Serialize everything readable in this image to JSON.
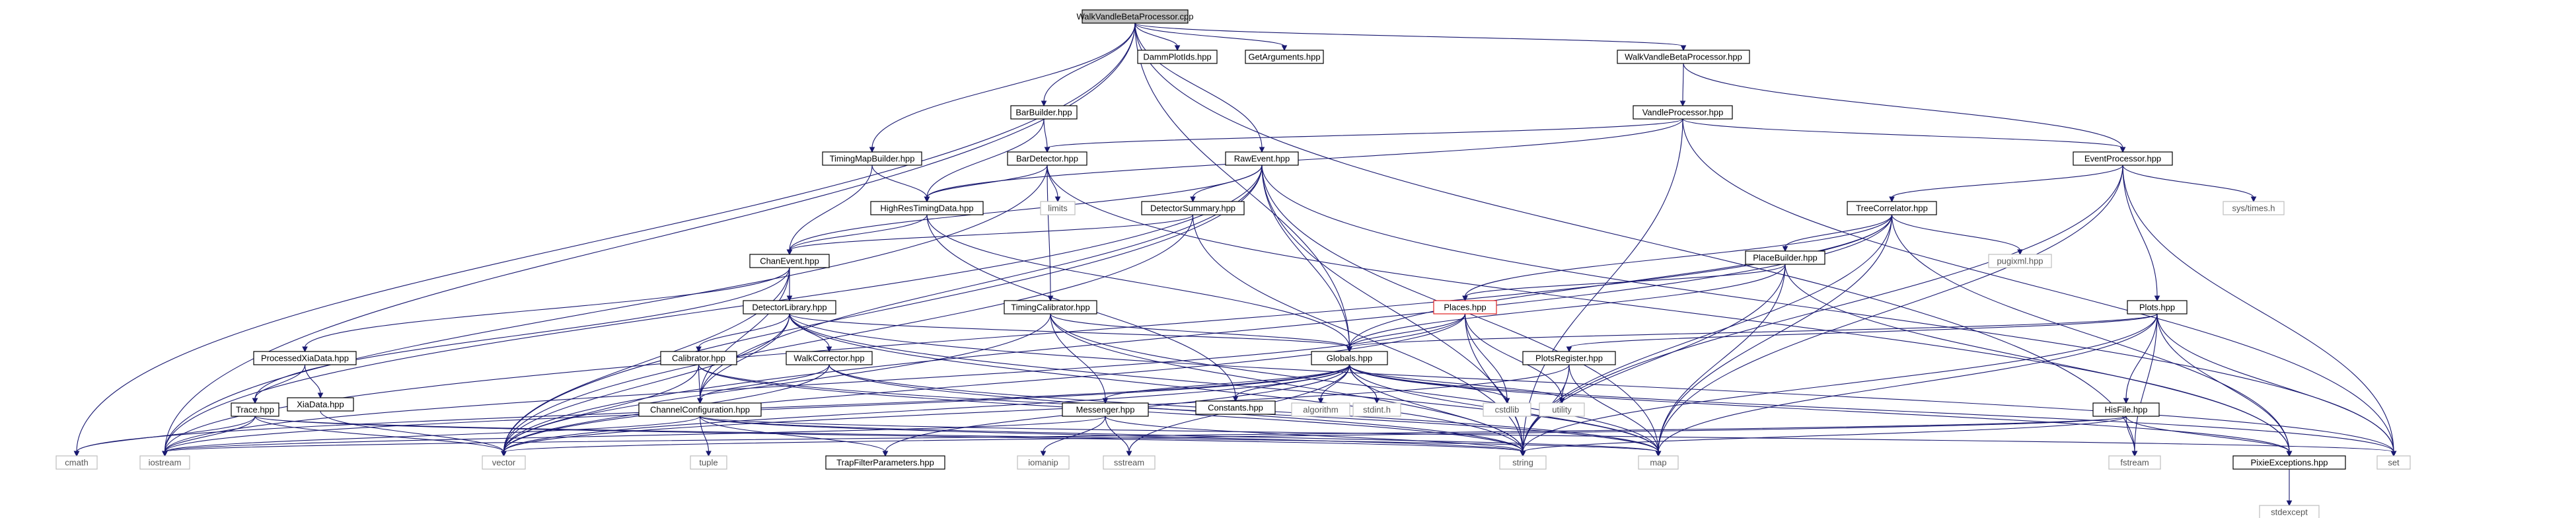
{
  "graph": {
    "root_label": "WalkVandleBetaProcessor.cpp",
    "nodes": {
      "root": {
        "label": "WalkVandleBetaProcessor.cpp",
        "style": "root"
      },
      "dammplotids": {
        "label": "DammPlotIds.hpp",
        "style": "normal"
      },
      "getarguments": {
        "label": "GetArguments.hpp",
        "style": "normal"
      },
      "walkvandlebetaprocessor_hpp": {
        "label": "WalkVandleBetaProcessor.hpp",
        "style": "normal"
      },
      "barbuilder": {
        "label": "BarBuilder.hpp",
        "style": "normal"
      },
      "vandleprocessor": {
        "label": "VandleProcessor.hpp",
        "style": "normal"
      },
      "timingmapbuilder": {
        "label": "TimingMapBuilder.hpp",
        "style": "normal"
      },
      "bardetector": {
        "label": "BarDetector.hpp",
        "style": "normal"
      },
      "rawevent": {
        "label": "RawEvent.hpp",
        "style": "normal"
      },
      "eventprocessor": {
        "label": "EventProcessor.hpp",
        "style": "normal"
      },
      "highrestimingdata": {
        "label": "HighResTimingData.hpp",
        "style": "normal"
      },
      "detectorsummary": {
        "label": "DetectorSummary.hpp",
        "style": "normal"
      },
      "treecorrelator": {
        "label": "TreeCorrelator.hpp",
        "style": "normal"
      },
      "limits": {
        "label": "limits",
        "style": "ext"
      },
      "systimes": {
        "label": "sys/times.h",
        "style": "ext"
      },
      "pugixml": {
        "label": "pugixml.hpp",
        "style": "ext"
      },
      "chanevent": {
        "label": "ChanEvent.hpp",
        "style": "normal"
      },
      "placebuilder": {
        "label": "PlaceBuilder.hpp",
        "style": "normal"
      },
      "detectorlibrary": {
        "label": "DetectorLibrary.hpp",
        "style": "normal"
      },
      "timingcalibrator": {
        "label": "TimingCalibrator.hpp",
        "style": "normal"
      },
      "places": {
        "label": "Places.hpp",
        "style": "red"
      },
      "plots": {
        "label": "Plots.hpp",
        "style": "normal"
      },
      "processedxiadata": {
        "label": "ProcessedXiaData.hpp",
        "style": "normal"
      },
      "calibrator": {
        "label": "Calibrator.hpp",
        "style": "normal"
      },
      "walkcorrector": {
        "label": "WalkCorrector.hpp",
        "style": "normal"
      },
      "globals": {
        "label": "Globals.hpp",
        "style": "normal"
      },
      "plotsregister": {
        "label": "PlotsRegister.hpp",
        "style": "normal"
      },
      "xiadata": {
        "label": "XiaData.hpp",
        "style": "normal"
      },
      "trace": {
        "label": "Trace.hpp",
        "style": "normal"
      },
      "channelconfiguration": {
        "label": "ChannelConfiguration.hpp",
        "style": "normal"
      },
      "constants": {
        "label": "Constants.hpp",
        "style": "normal"
      },
      "messenger": {
        "label": "Messenger.hpp",
        "style": "normal"
      },
      "algorithm": {
        "label": "algorithm",
        "style": "ext"
      },
      "stdinth": {
        "label": "stdint.h",
        "style": "ext"
      },
      "cstdlib": {
        "label": "cstdlib",
        "style": "ext"
      },
      "utility": {
        "label": "utility",
        "style": "ext"
      },
      "histfile": {
        "label": "HisFile.hpp",
        "style": "normal"
      },
      "tuple": {
        "label": "tuple",
        "style": "ext"
      },
      "trapfilterparameters": {
        "label": "TrapFilterParameters.hpp",
        "style": "normal"
      },
      "iomanip": {
        "label": "iomanip",
        "style": "ext"
      },
      "sstream": {
        "label": "sstream",
        "style": "ext"
      },
      "cmath": {
        "label": "cmath",
        "style": "ext"
      },
      "iostream": {
        "label": "iostream",
        "style": "ext"
      },
      "vector": {
        "label": "vector",
        "style": "ext"
      },
      "string": {
        "label": "string",
        "style": "ext"
      },
      "map": {
        "label": "map",
        "style": "ext"
      },
      "fstream": {
        "label": "fstream",
        "style": "ext"
      },
      "pixieexceptions": {
        "label": "PixieExceptions.hpp",
        "style": "normal"
      },
      "set": {
        "label": "set",
        "style": "ext"
      },
      "stdexcept": {
        "label": "stdexcept",
        "style": "ext"
      }
    },
    "edges": [
      [
        "root",
        "cmath"
      ],
      [
        "root",
        "iostream"
      ],
      [
        "root",
        "timingmapbuilder"
      ],
      [
        "root",
        "barbuilder"
      ],
      [
        "root",
        "dammplotids"
      ],
      [
        "root",
        "getarguments"
      ],
      [
        "root",
        "rawevent"
      ],
      [
        "root",
        "globals"
      ],
      [
        "root",
        "walkvandlebetaprocessor_hpp"
      ],
      [
        "root",
        "fstream"
      ],
      [
        "walkvandlebetaprocessor_hpp",
        "vandleprocessor"
      ],
      [
        "walkvandlebetaprocessor_hpp",
        "eventprocessor"
      ],
      [
        "barbuilder",
        "bardetector"
      ],
      [
        "barbuilder",
        "highrestimingdata"
      ],
      [
        "vandleprocessor",
        "highrestimingdata"
      ],
      [
        "vandleprocessor",
        "bardetector"
      ],
      [
        "vandleprocessor",
        "eventprocessor"
      ],
      [
        "vandleprocessor",
        "string"
      ],
      [
        "vandleprocessor",
        "set"
      ],
      [
        "timingmapbuilder",
        "highrestimingdata"
      ],
      [
        "timingmapbuilder",
        "chanevent"
      ],
      [
        "bardetector",
        "highrestimingdata"
      ],
      [
        "bardetector",
        "limits"
      ],
      [
        "bardetector",
        "iostream"
      ],
      [
        "bardetector",
        "timingcalibrator"
      ],
      [
        "bardetector",
        "pixieexceptions"
      ],
      [
        "rawevent",
        "chanevent"
      ],
      [
        "rawevent",
        "detectorsummary"
      ],
      [
        "rawevent",
        "globals"
      ],
      [
        "rawevent",
        "iostream"
      ],
      [
        "rawevent",
        "vector"
      ],
      [
        "rawevent",
        "string"
      ],
      [
        "rawevent",
        "map"
      ],
      [
        "rawevent",
        "set"
      ],
      [
        "rawevent",
        "channelconfiguration"
      ],
      [
        "eventprocessor",
        "treecorrelator"
      ],
      [
        "eventprocessor",
        "plots"
      ],
      [
        "eventprocessor",
        "systimes"
      ],
      [
        "eventprocessor",
        "string"
      ],
      [
        "eventprocessor",
        "map"
      ],
      [
        "eventprocessor",
        "set"
      ],
      [
        "highrestimingdata",
        "chanevent"
      ],
      [
        "highrestimingdata",
        "constants"
      ],
      [
        "highrestimingdata",
        "globals"
      ],
      [
        "detectorsummary",
        "chanevent"
      ],
      [
        "detectorsummary",
        "vector"
      ],
      [
        "detectorsummary",
        "string"
      ],
      [
        "treecorrelator",
        "places"
      ],
      [
        "treecorrelator",
        "placebuilder"
      ],
      [
        "treecorrelator",
        "pugixml"
      ],
      [
        "treecorrelator",
        "globals"
      ],
      [
        "treecorrelator",
        "iostream"
      ],
      [
        "treecorrelator",
        "vector"
      ],
      [
        "treecorrelator",
        "string"
      ],
      [
        "treecorrelator",
        "map"
      ],
      [
        "treecorrelator",
        "pixieexceptions"
      ],
      [
        "chanevent",
        "detectorlibrary"
      ],
      [
        "chanevent",
        "processedxiadata"
      ],
      [
        "chanevent",
        "trace"
      ],
      [
        "chanevent",
        "vector"
      ],
      [
        "chanevent",
        "channelconfiguration"
      ],
      [
        "placebuilder",
        "places"
      ],
      [
        "placebuilder",
        "globals"
      ],
      [
        "placebuilder",
        "string"
      ],
      [
        "placebuilder",
        "map"
      ],
      [
        "placebuilder",
        "pixieexceptions"
      ],
      [
        "detectorlibrary",
        "calibrator"
      ],
      [
        "detectorlibrary",
        "walkcorrector"
      ],
      [
        "detectorlibrary",
        "globals"
      ],
      [
        "detectorlibrary",
        "vector"
      ],
      [
        "detectorlibrary",
        "map"
      ],
      [
        "detectorlibrary",
        "string"
      ],
      [
        "detectorlibrary",
        "set"
      ],
      [
        "detectorlibrary",
        "channelconfiguration"
      ],
      [
        "timingcalibrator",
        "globals"
      ],
      [
        "timingcalibrator",
        "messenger"
      ],
      [
        "timingcalibrator",
        "map"
      ],
      [
        "timingcalibrator",
        "string"
      ],
      [
        "timingcalibrator",
        "vector"
      ],
      [
        "places",
        "globals"
      ],
      [
        "places",
        "cstdlib"
      ],
      [
        "places",
        "utility"
      ],
      [
        "places",
        "iostream"
      ],
      [
        "places",
        "vector"
      ],
      [
        "places",
        "string"
      ],
      [
        "plots",
        "plotsregister"
      ],
      [
        "plots",
        "histfile"
      ],
      [
        "plots",
        "globals"
      ],
      [
        "plots",
        "fstream"
      ],
      [
        "plots",
        "map"
      ],
      [
        "plots",
        "string"
      ],
      [
        "plots",
        "set"
      ],
      [
        "plots",
        "pixieexceptions"
      ],
      [
        "processedxiadata",
        "trace"
      ],
      [
        "processedxiadata",
        "xiadata"
      ],
      [
        "calibrator",
        "channelconfiguration"
      ],
      [
        "calibrator",
        "vector"
      ],
      [
        "calibrator",
        "map"
      ],
      [
        "calibrator",
        "string"
      ],
      [
        "walkcorrector",
        "channelconfiguration"
      ],
      [
        "walkcorrector",
        "vector"
      ],
      [
        "walkcorrector",
        "map"
      ],
      [
        "walkcorrector",
        "string"
      ],
      [
        "globals",
        "constants"
      ],
      [
        "globals",
        "messenger"
      ],
      [
        "globals",
        "trapfilterparameters"
      ],
      [
        "globals",
        "algorithm"
      ],
      [
        "globals",
        "stdinth"
      ],
      [
        "globals",
        "cstdlib"
      ],
      [
        "globals",
        "utility"
      ],
      [
        "globals",
        "vector"
      ],
      [
        "globals",
        "string"
      ],
      [
        "globals",
        "map"
      ],
      [
        "globals",
        "iostream"
      ],
      [
        "globals",
        "sstream"
      ],
      [
        "globals",
        "set"
      ],
      [
        "globals",
        "pixieexceptions"
      ],
      [
        "globals",
        "cmath"
      ],
      [
        "plotsregister",
        "utility"
      ],
      [
        "plotsregister",
        "string"
      ],
      [
        "plotsregister",
        "vector"
      ],
      [
        "plotsregister",
        "map"
      ],
      [
        "xiadata",
        "vector"
      ],
      [
        "trace",
        "cmath"
      ],
      [
        "trace",
        "iostream"
      ],
      [
        "trace",
        "vector"
      ],
      [
        "trace",
        "string"
      ],
      [
        "trace",
        "map"
      ],
      [
        "channelconfiguration",
        "tuple"
      ],
      [
        "channelconfiguration",
        "trapfilterparameters"
      ],
      [
        "channelconfiguration",
        "iostream"
      ],
      [
        "channelconfiguration",
        "string"
      ],
      [
        "channelconfiguration",
        "set"
      ],
      [
        "channelconfiguration",
        "map"
      ],
      [
        "messenger",
        "iostream"
      ],
      [
        "messenger",
        "iomanip"
      ],
      [
        "messenger",
        "sstream"
      ],
      [
        "messenger",
        "string"
      ],
      [
        "histfile",
        "fstream"
      ],
      [
        "histfile",
        "string"
      ],
      [
        "histfile",
        "vector"
      ],
      [
        "histfile",
        "iostream"
      ],
      [
        "histfile",
        "pixieexceptions"
      ],
      [
        "pixieexceptions",
        "stdexcept"
      ]
    ]
  }
}
